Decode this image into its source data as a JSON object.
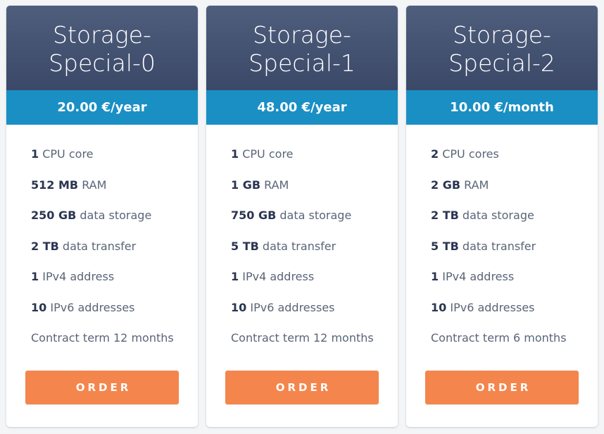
{
  "colors": {
    "header_bg": "#45526f",
    "price_bar": "#1a8fc4",
    "order_button": "#f4854c",
    "value_text": "#2a3550",
    "label_text": "#5a6577"
  },
  "plans": [
    {
      "title": "Storage-Special-0",
      "price": "20.00 €/year",
      "features": [
        {
          "value": "1",
          "label": "CPU core"
        },
        {
          "value": "512 MB",
          "label": "RAM"
        },
        {
          "value": "250 GB",
          "label": "data storage"
        },
        {
          "value": "2 TB",
          "label": "data transfer"
        },
        {
          "value": "1",
          "label": "IPv4 address"
        },
        {
          "value": "10",
          "label": "IPv6 addresses"
        },
        {
          "value": "",
          "label": "Contract term 12 months"
        }
      ],
      "button": "ORDER"
    },
    {
      "title": "Storage-Special-1",
      "price": "48.00 €/year",
      "features": [
        {
          "value": "1",
          "label": "CPU core"
        },
        {
          "value": "1 GB",
          "label": "RAM"
        },
        {
          "value": "750 GB",
          "label": "data storage"
        },
        {
          "value": "5 TB",
          "label": "data transfer"
        },
        {
          "value": "1",
          "label": "IPv4 address"
        },
        {
          "value": "10",
          "label": "IPv6 addresses"
        },
        {
          "value": "",
          "label": "Contract term 12 months"
        }
      ],
      "button": "ORDER"
    },
    {
      "title": "Storage-Special-2",
      "price": "10.00 €/month",
      "features": [
        {
          "value": "2",
          "label": "CPU cores"
        },
        {
          "value": "2 GB",
          "label": "RAM"
        },
        {
          "value": "2 TB",
          "label": "data storage"
        },
        {
          "value": "5 TB",
          "label": "data transfer"
        },
        {
          "value": "1",
          "label": "IPv4 address"
        },
        {
          "value": "10",
          "label": "IPv6 addresses"
        },
        {
          "value": "",
          "label": "Contract term 6 months"
        }
      ],
      "button": "ORDER"
    }
  ]
}
